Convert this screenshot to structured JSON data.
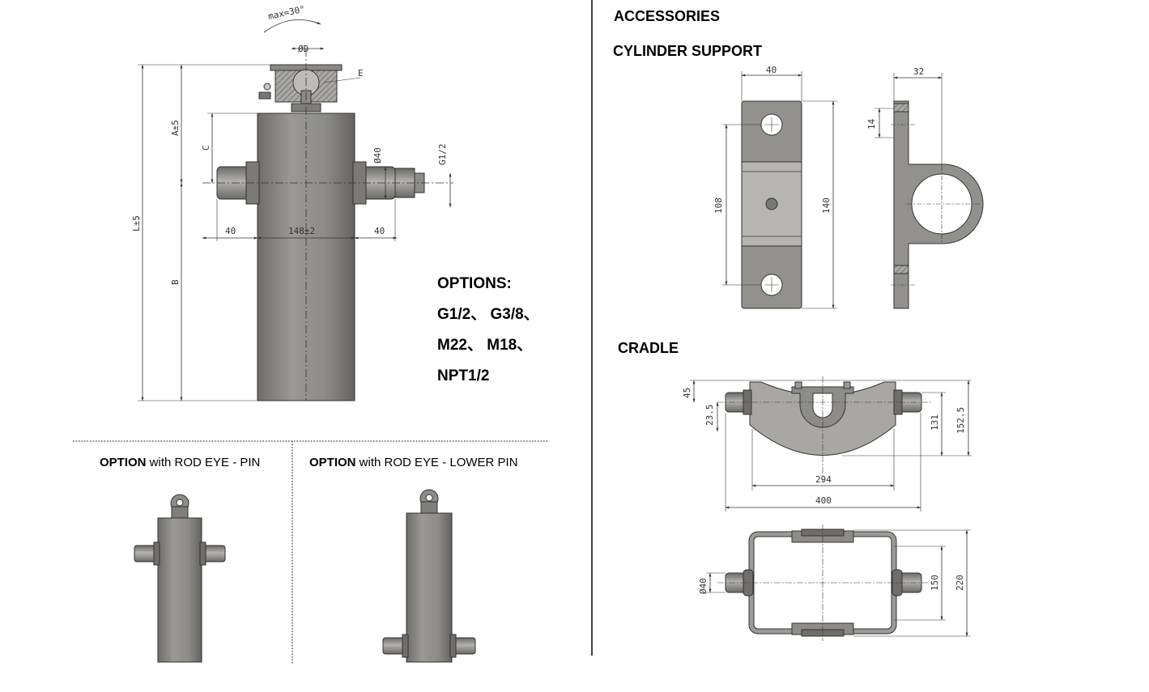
{
  "headings": {
    "accessories": "ACCESSORIES",
    "cylinder_support": "CYLINDER SUPPORT",
    "cradle": "CRADLE"
  },
  "options_block": {
    "title": "OPTIONS:",
    "line1": "G1/2、 G3/8、",
    "line2": "M22、 M18、",
    "line3": "NPT1/2"
  },
  "option_pin": {
    "bold": "OPTION",
    "rest": " with ROD EYE - PIN"
  },
  "option_lower_pin": {
    "bold": "OPTION",
    "rest": " with ROD EYE - LOWER PIN"
  },
  "main_dims": {
    "max_angle": "max=30°",
    "d": "ØD",
    "e": "E",
    "a": "A±5",
    "c": "C",
    "l": "L±5",
    "b": "B",
    "d40": "Ø40",
    "g12": "G1/2",
    "w40_left": "40",
    "w148": "148±2",
    "w40_right": "40"
  },
  "support_dims": {
    "w40": "40",
    "h108": "108",
    "h140": "140",
    "w32": "32",
    "h14": "14"
  },
  "cradle_dims": {
    "h45": "45",
    "h23_5": "23.5",
    "w294": "294",
    "w400": "400",
    "h131": "131",
    "h152_5": "152.5",
    "d40": "Ø40",
    "h150": "150",
    "h220": "220"
  },
  "colors": {
    "metal": "#8f8e8b",
    "metal_light": "#b9b8b4",
    "metal_dark": "#5d5c59"
  }
}
